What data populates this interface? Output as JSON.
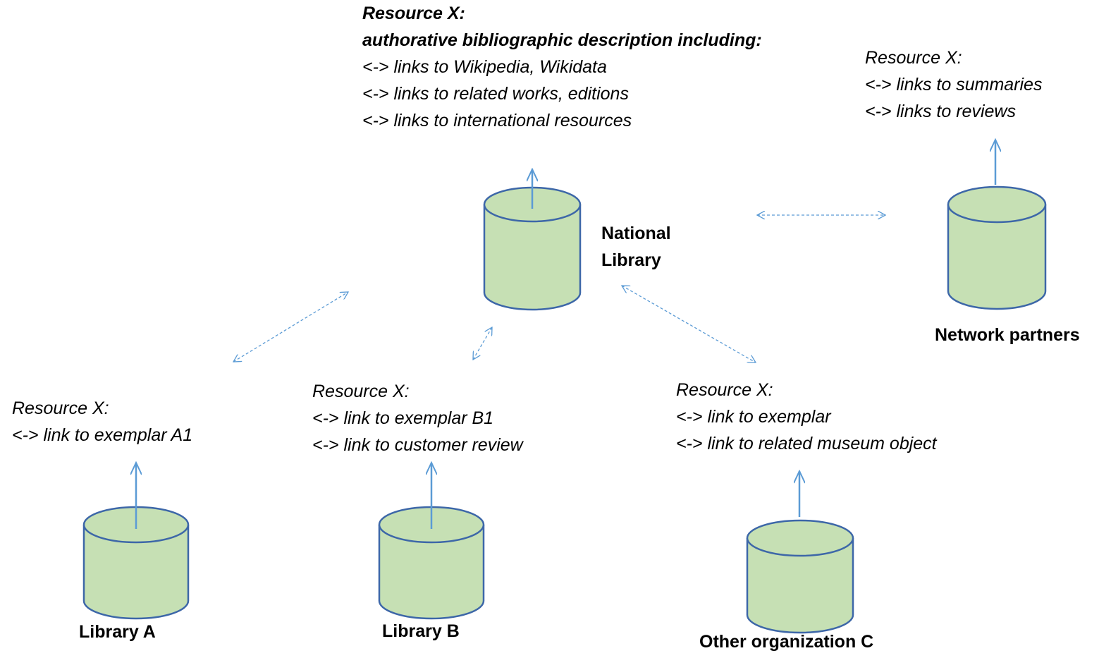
{
  "colors": {
    "cylinder_fill": "#c6e0b4",
    "cylinder_stroke": "#3d67a8",
    "arrow": "#5b9bd5",
    "text": "#000000"
  },
  "national": {
    "name_line1": "National",
    "name_line2": "Library",
    "resource_title": "Resource X:",
    "resource_subtitle": "authorative bibliographic description including:",
    "links": [
      "<-> links to Wikipedia, Wikidata",
      "<-> links to related works, editions",
      "<-> links to international resources"
    ]
  },
  "network": {
    "name": "Network partners",
    "resource_title": "Resource X:",
    "links": [
      "<-> links to summaries",
      "<-> links to reviews"
    ]
  },
  "library_a": {
    "name": "Library A",
    "resource_title": "Resource X:",
    "links": [
      "<-> link to exemplar A1"
    ]
  },
  "library_b": {
    "name": "Library B",
    "resource_title": "Resource X:",
    "links": [
      "<-> link to exemplar B1",
      "<-> link to customer review"
    ]
  },
  "org_c": {
    "name": "Other organization C",
    "resource_title": "Resource X:",
    "links": [
      "<-> link to exemplar",
      "<-> link to related museum object"
    ]
  }
}
